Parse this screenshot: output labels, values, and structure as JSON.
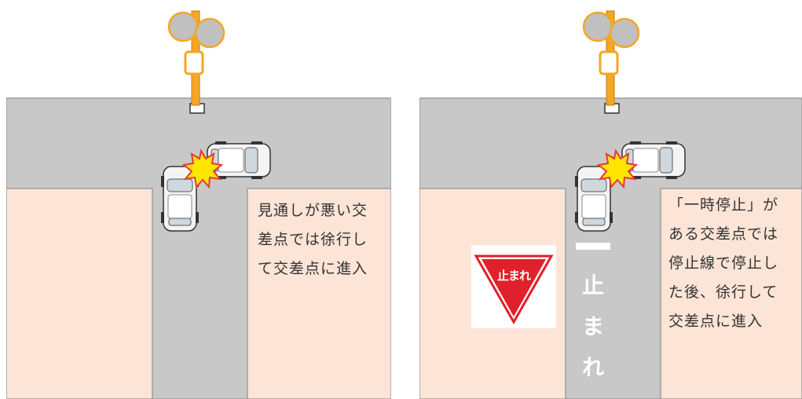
{
  "left_panel": {
    "caption_lines": [
      "見通しが悪い交",
      "差点では徐行し",
      "て交差点に進入"
    ]
  },
  "right_panel": {
    "caption_lines": [
      "「一時停止」が",
      "ある交差点では",
      "停止線で停止し",
      "た後、徐行して",
      "交差点に進入"
    ],
    "road_marking_chars": [
      "止",
      "ま",
      "れ"
    ],
    "stop_sign_text": "止まれ"
  },
  "colors": {
    "road": "#c8c8c8",
    "road_outline": "#9e9e9e",
    "sidewalk": "#fce4d6",
    "pole": "#f5a623",
    "mirror": "#c0c0c0",
    "car_body": "#f4f4f4",
    "stop_sign": "#e0202a",
    "crash_burst": "#ffe600"
  }
}
